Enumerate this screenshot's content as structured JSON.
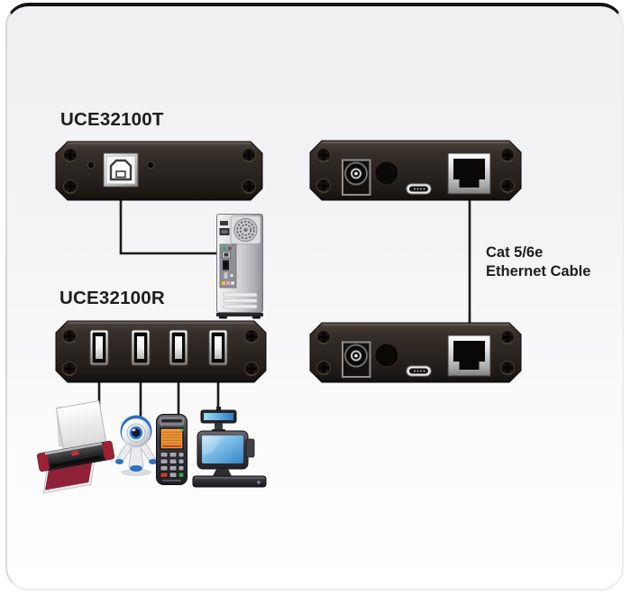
{
  "labels": {
    "transmitter": "UCE32100T",
    "receiver": "UCE32100R",
    "cable_line1": "Cat 5/6e",
    "cable_line2": "Ethernet Cable"
  },
  "devices": {
    "transmitter": {
      "label": "UCE32100T",
      "panel_ports": [
        "usb-type-b"
      ],
      "screw_count": 4
    },
    "receiver": {
      "label": "UCE32100R",
      "panel_ports": [
        "usb-type-a",
        "usb-type-a",
        "usb-type-a",
        "usb-type-a"
      ],
      "screw_count": 4
    },
    "rear_unit_top": {
      "panel_ports": [
        "dc-power-jack",
        "round-hole",
        "micro-usb",
        "rj45-ethernet"
      ],
      "screw_count": 4
    },
    "rear_unit_bottom": {
      "panel_ports": [
        "dc-power-jack",
        "round-hole",
        "micro-usb",
        "rj45-ethernet"
      ],
      "screw_count": 4
    }
  },
  "computer": {
    "icon": "pc-tower-icon"
  },
  "peripherals": [
    {
      "icon": "printer-icon"
    },
    {
      "icon": "webcam-icon"
    },
    {
      "icon": "payment-terminal-icon"
    },
    {
      "icon": "pos-system-icon"
    }
  ],
  "connections": [
    {
      "from": "transmitter-usb-b",
      "to": "pc-tower"
    },
    {
      "from": "rear-unit-top-rj45",
      "to": "rear-unit-bottom-rj45",
      "label": "Cat 5/6e Ethernet Cable"
    },
    {
      "from": "receiver-usb-port-1",
      "to": "printer"
    },
    {
      "from": "receiver-usb-port-2",
      "to": "webcam"
    },
    {
      "from": "receiver-usb-port-3",
      "to": "payment-terminal"
    },
    {
      "from": "receiver-usb-port-4",
      "to": "pos-system"
    }
  ],
  "colors": {
    "card_background_top": "#f0f0f2",
    "card_background_bottom": "#ffffff",
    "card_top_border": "#121212",
    "device_body": "#2a2420",
    "connector_line": "#1a1a1a",
    "label_text": "#1d1d1d",
    "printer_accent": "#9e2136",
    "webcam_accent": "#2f6fc1",
    "terminal_screen": "#f3a63c",
    "pos_screen_blue": "#3584c4",
    "key_red": "#c23b2c",
    "key_green": "#2aa24d"
  }
}
